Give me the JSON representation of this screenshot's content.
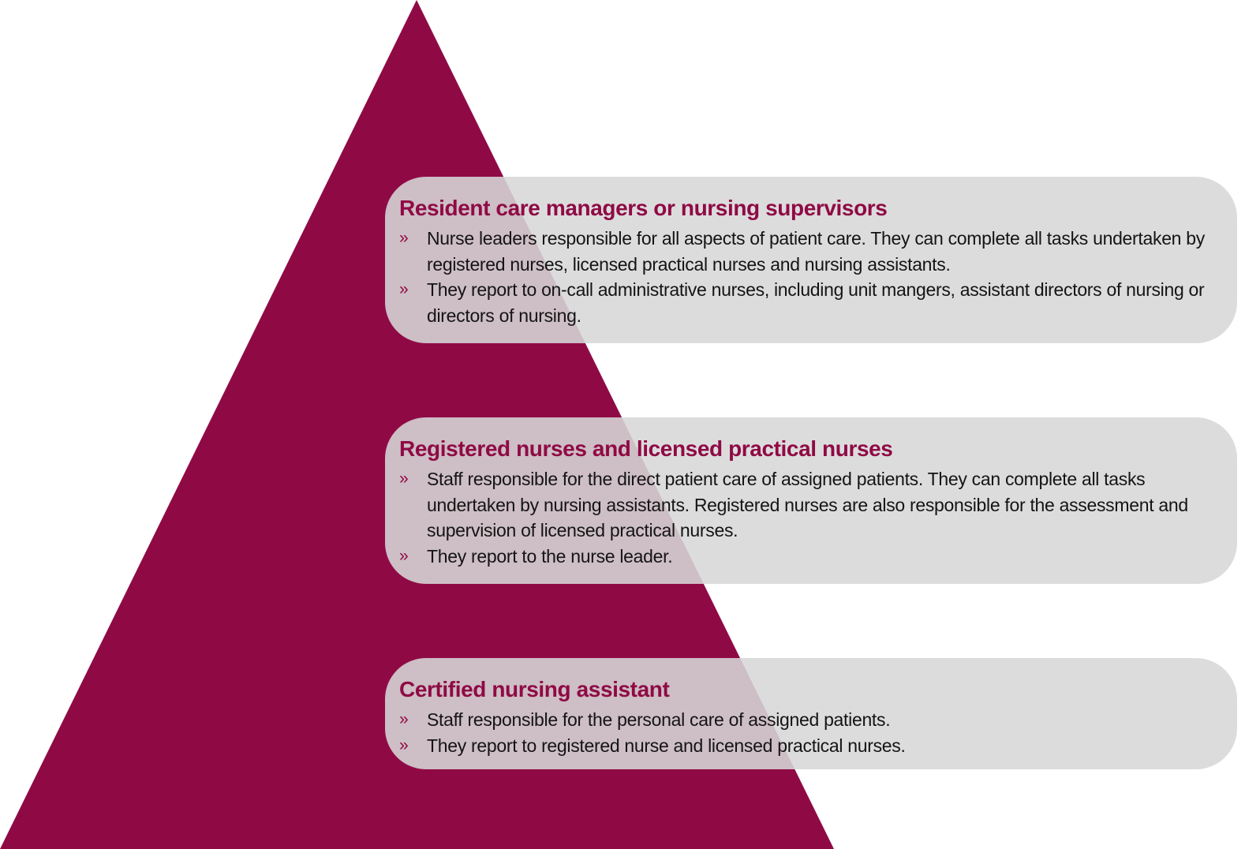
{
  "colors": {
    "pyramid": "#8f0a45",
    "panel": "#d7d7d7",
    "heading": "#8f0a45",
    "text": "#141414"
  },
  "bullet_symbol": "»",
  "tiers": [
    {
      "title": "Resident care managers or nursing supervisors",
      "bullets": [
        "Nurse leaders responsible for all aspects of patient care. They can complete all tasks undertaken by registered nurses, licensed practical nurses and nursing assistants.",
        "They report to on-call administrative nurses, including unit mangers, assistant directors of nursing or directors of nursing."
      ]
    },
    {
      "title": "Registered nurses and licensed practical nurses",
      "bullets": [
        "Staff responsible for the direct patient care of assigned patients. They can complete all tasks undertaken by nursing assistants. Registered nurses are also responsible for the assessment and supervision of licensed practical nurses.",
        "They report to the nurse leader."
      ]
    },
    {
      "title": "Certified nursing assistant",
      "bullets": [
        "Staff responsible for the personal care of assigned patients.",
        "They report to registered nurse and licensed practical nurses."
      ]
    }
  ]
}
